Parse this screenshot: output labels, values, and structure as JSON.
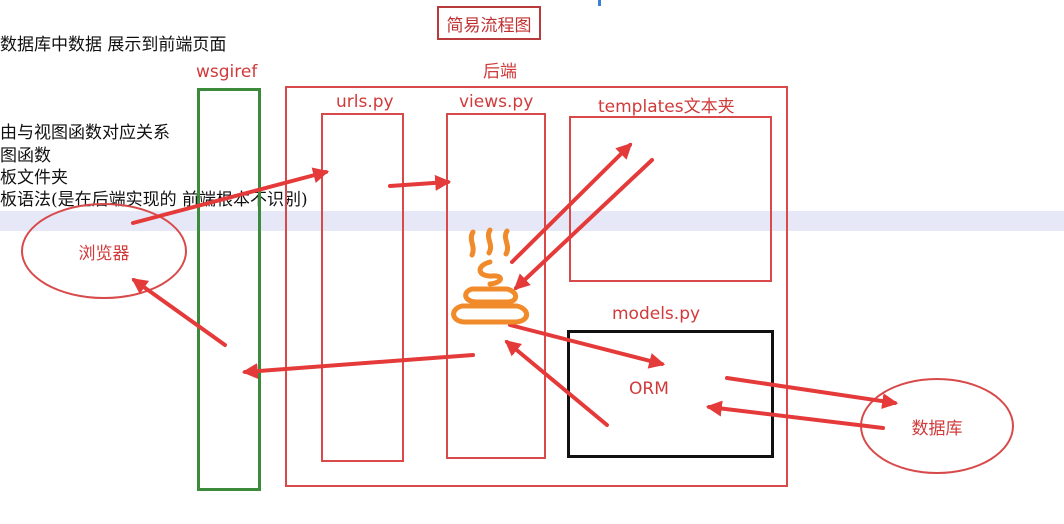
{
  "title": "简易流程图",
  "notes": [
    "数据库中数据  展示到前端页面",
    "由与视图函数对应关系",
    "图函数",
    "板文件夹",
    "板语法(是在后端实现的 前端根本不识别)"
  ],
  "labels": {
    "backend": "后端",
    "wsgiref": "wsgiref",
    "urls": "urls.py",
    "views": "views.py",
    "templates": "templates文本夹",
    "models": "models.py",
    "orm": "ORM",
    "browser": "浏览器",
    "database": "数据库"
  },
  "colors": {
    "red": "#d84a4a",
    "green": "#3c8a3c",
    "black": "#111111",
    "orange": "#f08a2a",
    "highlight": "#e6e8f8"
  },
  "icons": {
    "views_glyph": "steaming-pile-icon"
  }
}
